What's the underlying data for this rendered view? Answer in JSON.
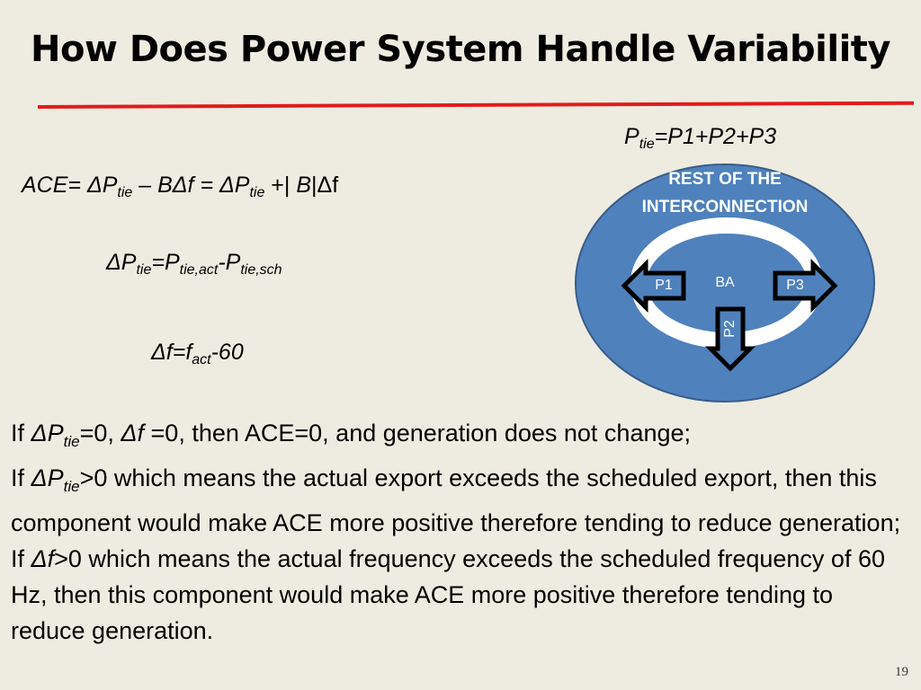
{
  "title": "How Does Power System Handle Variability",
  "equations": {
    "ace": {
      "a": "ACE= ΔP",
      "b": "tie",
      "c": " – BΔf ",
      "d": "= ΔP",
      "e": "tie",
      "f": " +| ",
      "g": "B",
      "h": "|Δf"
    },
    "dptie": {
      "a": "ΔP",
      "b": "tie",
      "c": "=P",
      "d": "tie,act",
      "e": "-P",
      "f": "tie,sch"
    },
    "df": {
      "a": "Δf=f",
      "b": "act",
      "c": "-60"
    },
    "ptie": {
      "a": "P",
      "b": "tie",
      "c": "=P1+P2+P3"
    }
  },
  "diagram": {
    "outer_label_line1": "REST OF THE",
    "outer_label_line2": "INTERCONNECTION",
    "center_label": "BA",
    "p1": "P1",
    "p2": "P2",
    "p3": "P3",
    "colors": {
      "fill": "#4f81bd",
      "stroke": "#385d8a",
      "ring": "#ffffff"
    }
  },
  "body": {
    "line1": {
      "a": "If ",
      "b": "ΔP",
      "c": "tie",
      "d": "=0, ",
      "e": "Δf ",
      "f": "=0, then ACE=0, and generation does not change;"
    },
    "line2": {
      "a": "If ",
      "b": "ΔP",
      "c": "tie",
      "d": ">0 which means the actual export exceeds the scheduled export, then this component would make ACE more positive therefore tending to reduce generation;"
    },
    "line3": {
      "a": "If ",
      "b": "Δf",
      "c": ">0 which means the actual frequency exceeds the scheduled frequency of 60 Hz, then this component would make ACE more positive therefore tending to reduce generation."
    }
  },
  "slide_number": "19"
}
